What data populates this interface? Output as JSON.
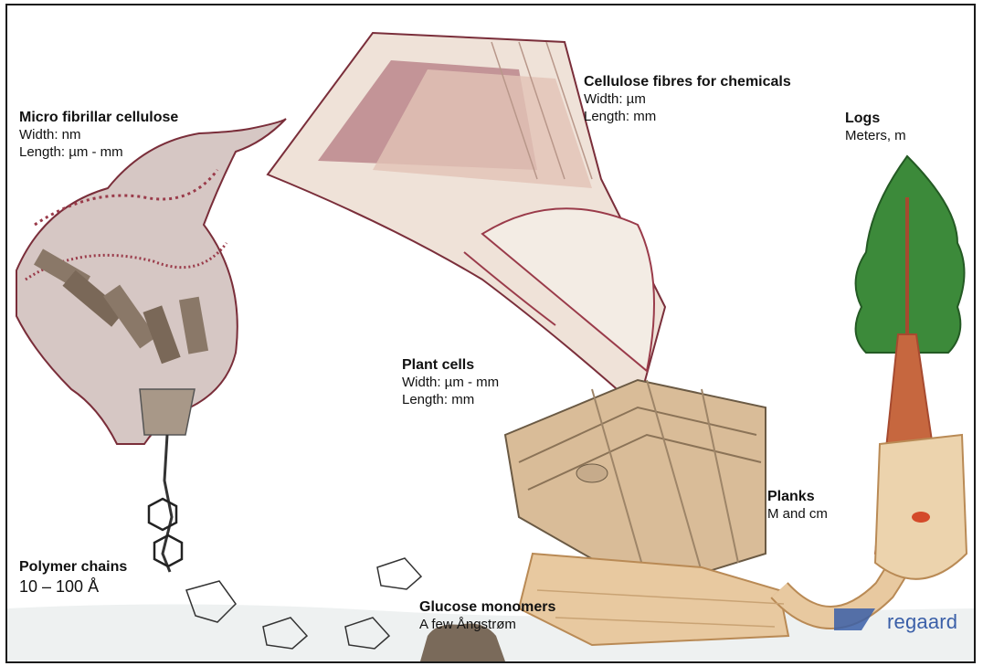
{
  "labels": {
    "microfibril": {
      "title": "Micro fibrillar cellulose",
      "width": "Width:  nm",
      "length": "Length: µm - mm"
    },
    "fibres": {
      "title": "Cellulose fibres for chemicals",
      "width": "Width:  µm",
      "length": "Length:  mm"
    },
    "logs": {
      "title": "Logs",
      "unit": "Meters, m"
    },
    "plant_cells": {
      "title": "Plant cells",
      "width": "Width:  µm - mm",
      "length": "Length:  mm"
    },
    "planks": {
      "title": "Planks",
      "unit": "M and cm"
    },
    "polymer": {
      "title": "Polymer chains",
      "range": "10 – 100 Å"
    },
    "glucose": {
      "title": "Glucose monomers",
      "unit": "A few Ångstrøm"
    }
  },
  "brand": "regaard",
  "colors": {
    "wood": "#e8c9a0",
    "wood_dark": "#b98a55",
    "fibre_red": "#9a3b4a",
    "leaf": "#3c8a3a",
    "bark": "#a64a2f",
    "ground": "#e9ecec"
  }
}
